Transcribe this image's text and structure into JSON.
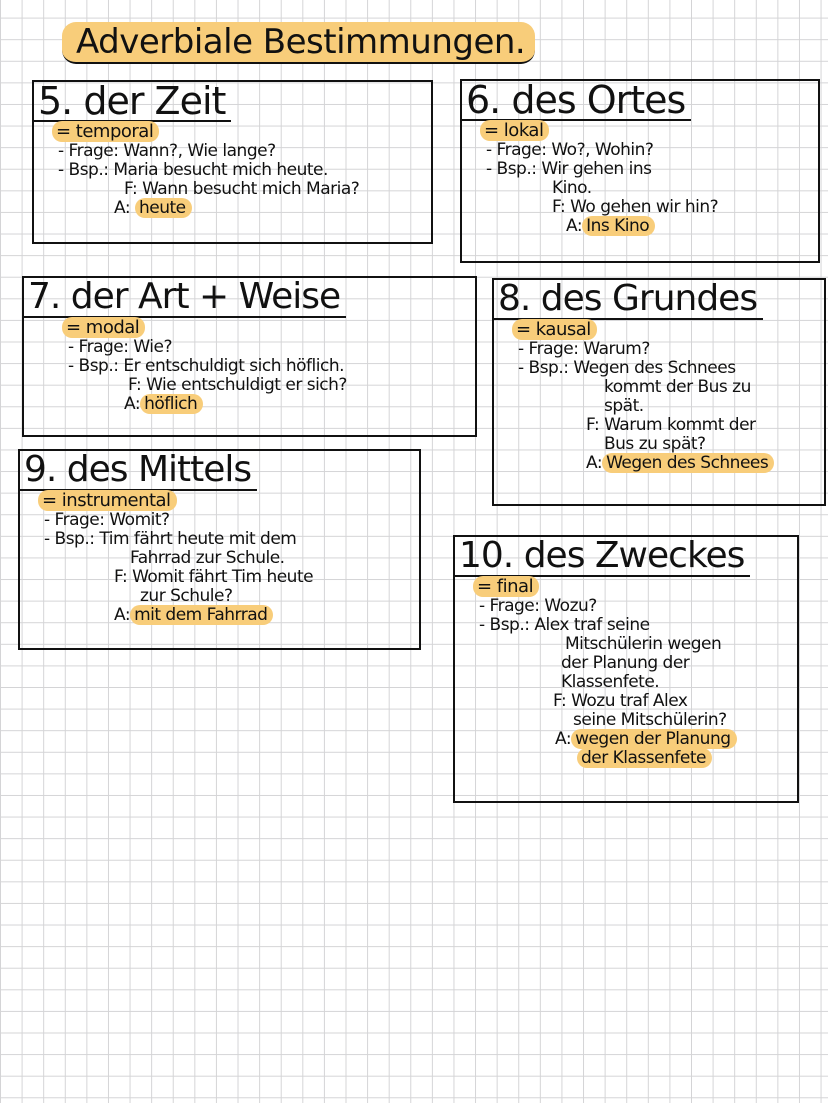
{
  "page": {
    "title": "Adverbiale Bestimmungen.",
    "highlight_color": "#f8cd7a",
    "grid_color": "#d4d4d6"
  },
  "sections": [
    {
      "heading": "5. der Zeit",
      "term": "= temporal",
      "frage": "- Frage: Wann?, Wie lange?",
      "bsp": [
        "- Bsp.: Maria besucht mich heute."
      ],
      "f": [
        "F: Wann besucht mich Maria?"
      ],
      "a_label": "A:",
      "a": [
        "heute"
      ]
    },
    {
      "heading": "6. des Ortes",
      "term": "= lokal",
      "frage": "- Frage: Wo?, Wohin?",
      "bsp": [
        "- Bsp.: Wir gehen ins",
        "Kino."
      ],
      "f": [
        "F: Wo gehen wir hin?"
      ],
      "a_label": "A:",
      "a": [
        "Ins Kino"
      ]
    },
    {
      "heading": "7. der Art + Weise",
      "term": "= modal",
      "frage": "- Frage: Wie?",
      "bsp": [
        "- Bsp.: Er entschuldigt sich höflich."
      ],
      "f": [
        "F: Wie entschuldigt er sich?"
      ],
      "a_label": "A:",
      "a": [
        "höflich"
      ]
    },
    {
      "heading": "8. des Grundes",
      "term": "= kausal",
      "frage": "- Frage: Warum?",
      "bsp": [
        "- Bsp.: Wegen des Schnees",
        "kommt der Bus zu",
        "spät."
      ],
      "f": [
        "F: Warum kommt der",
        "Bus zu spät?"
      ],
      "a_label": "A:",
      "a": [
        "Wegen des Schnees"
      ]
    },
    {
      "heading": "9. des Mittels",
      "term": "= instrumental",
      "frage": "- Frage: Womit?",
      "bsp": [
        "- Bsp.: Tim fährt heute mit dem",
        "Fahrrad zur Schule."
      ],
      "f": [
        "F: Womit fährt Tim heute",
        "zur Schule?"
      ],
      "a_label": "A:",
      "a": [
        "mit dem Fahrrad"
      ]
    },
    {
      "heading": "10. des Zweckes",
      "term": "= final",
      "frage": "- Frage: Wozu?",
      "bsp": [
        "- Bsp.: Alex traf seine",
        "Mitschülerin wegen",
        "der Planung der",
        "Klassenfete."
      ],
      "f": [
        "F: Wozu traf Alex",
        "seine Mitschülerin?"
      ],
      "a_label": "A:",
      "a": [
        "wegen der Planung",
        "der Klassenfete"
      ]
    }
  ]
}
